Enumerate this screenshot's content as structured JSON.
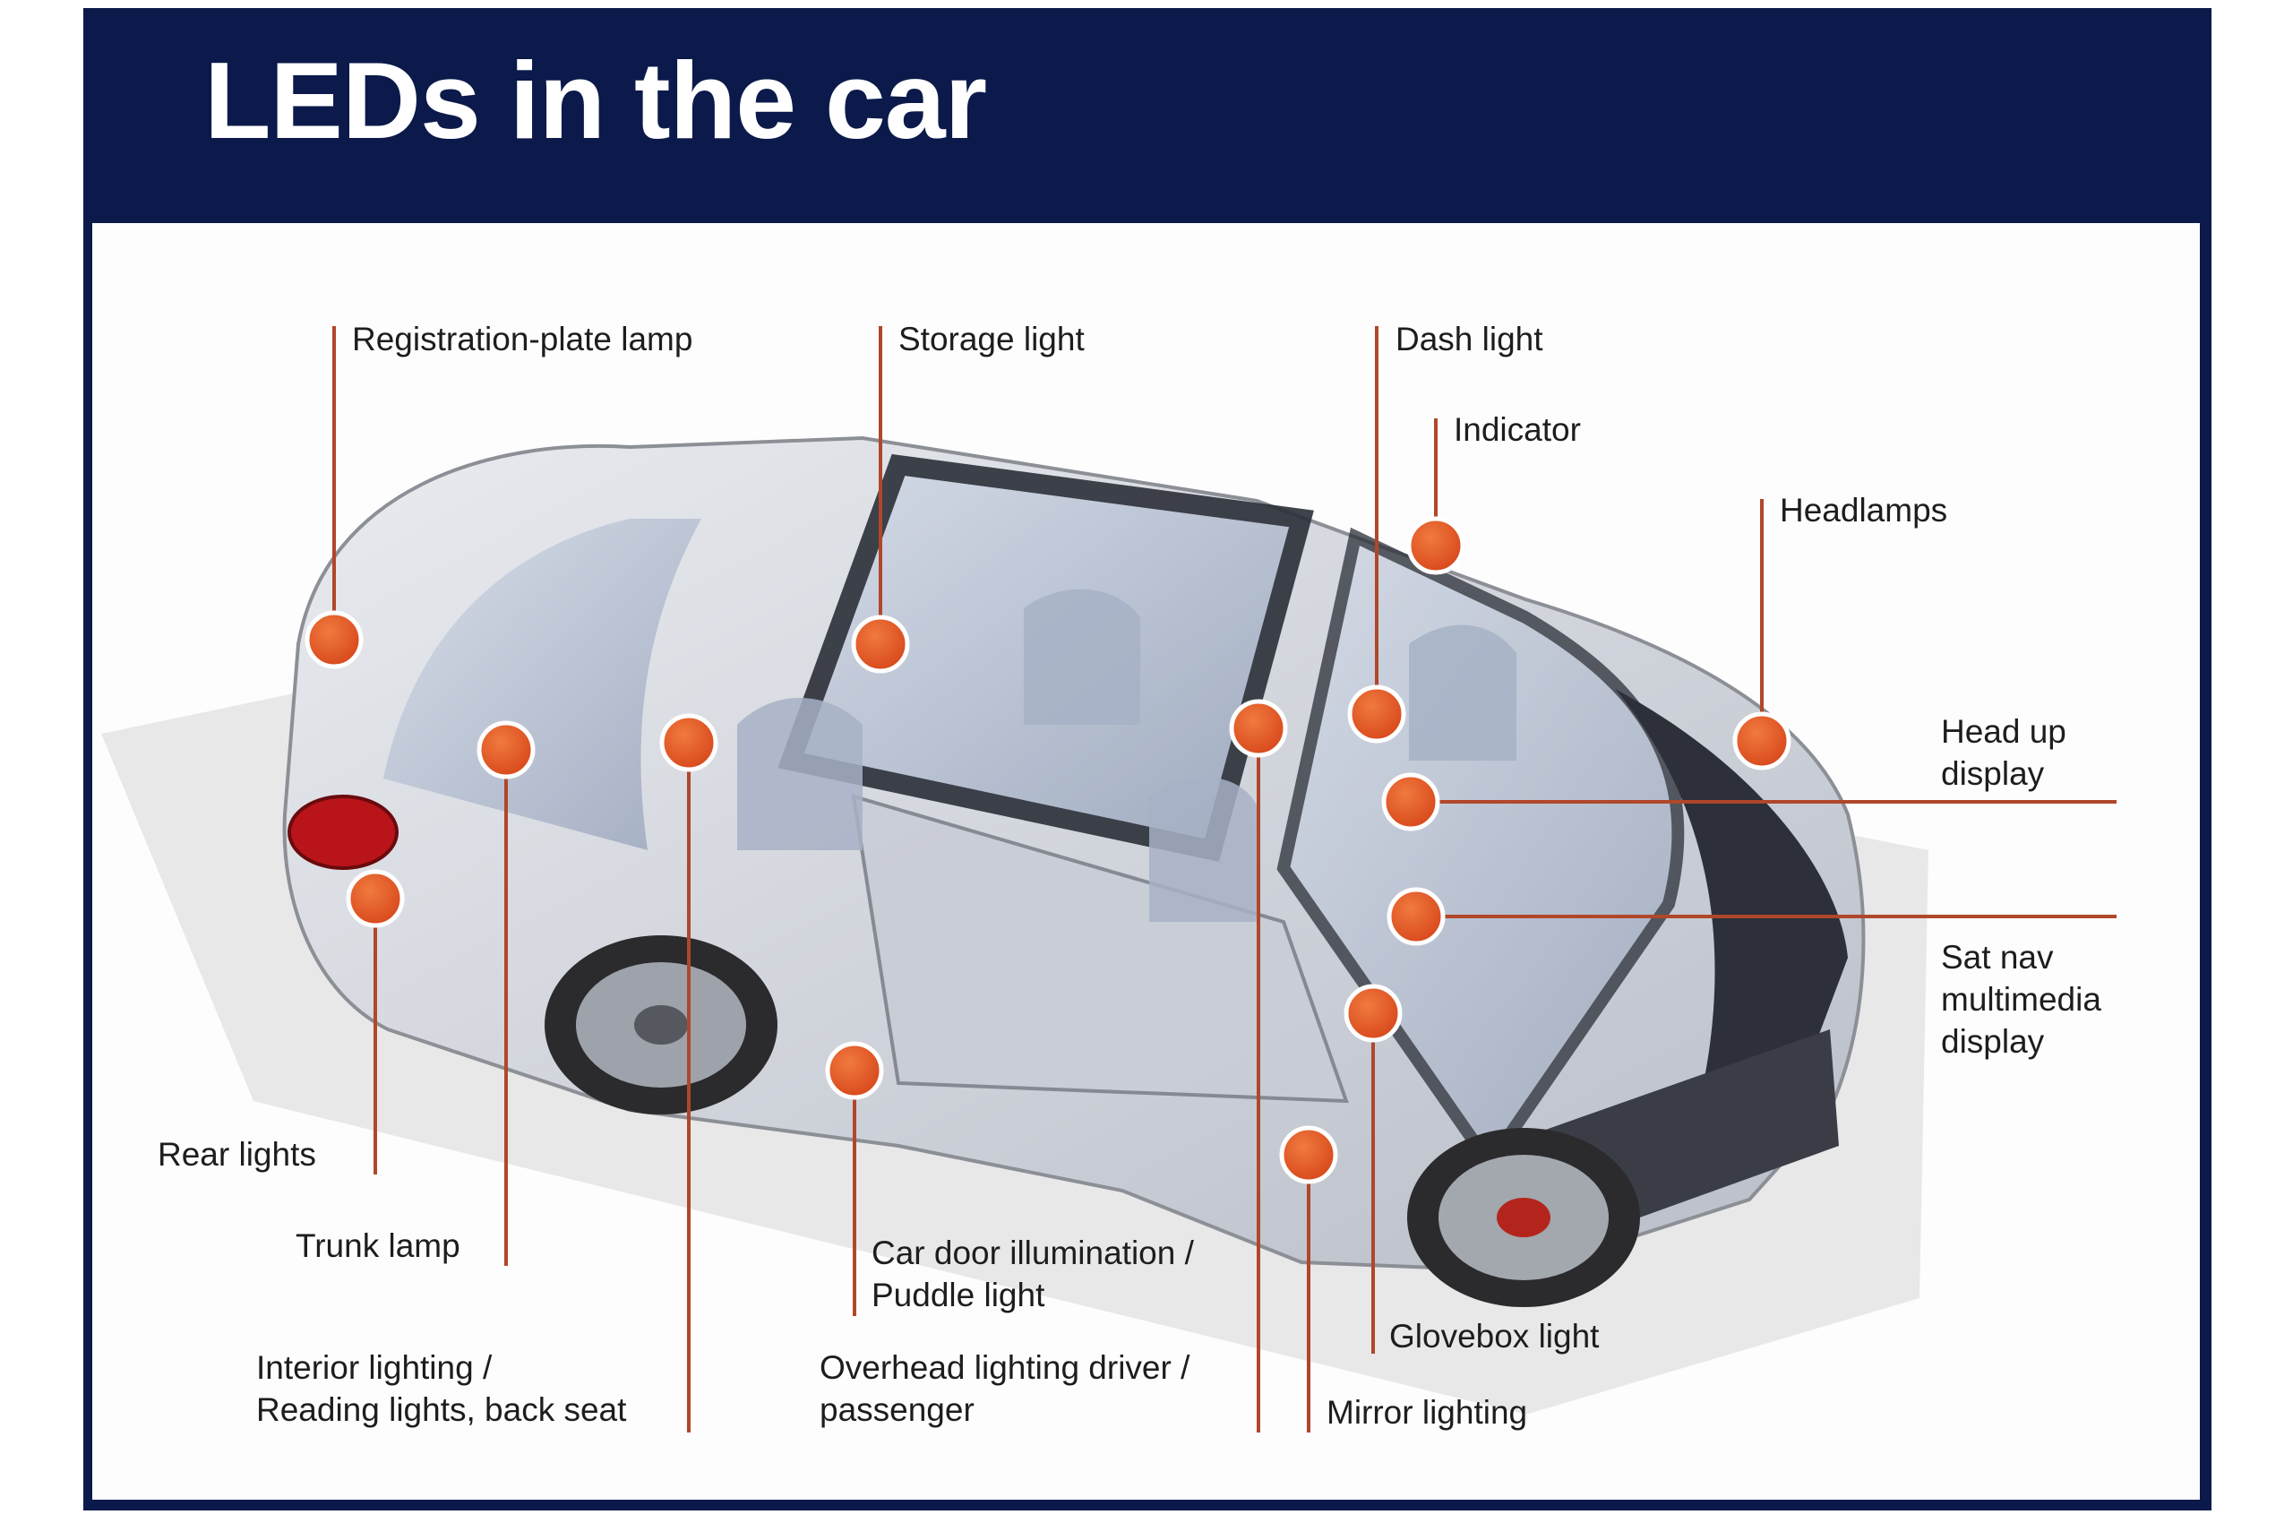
{
  "title": "LEDs in the car",
  "colors": {
    "header_bg": "#0b1a4a",
    "header_text": "#ffffff",
    "callout": "#e2541d",
    "leader_line": "#b0472a",
    "label_text": "#1d1d1d"
  },
  "callouts": {
    "registration_plate_lamp": "Registration-plate lamp",
    "storage_light": "Storage light",
    "dash_light": "Dash light",
    "indicator": "Indicator",
    "headlamps": "Headlamps",
    "head_up_display": [
      "Head up",
      "display"
    ],
    "sat_nav_display": [
      "Sat nav",
      "multimedia",
      "display"
    ],
    "rear_lights": "Rear lights",
    "trunk_lamp": "Trunk lamp",
    "interior_lighting": [
      "Interior lighting /",
      "Reading lights, back seat"
    ],
    "car_door_illumination": [
      "Car door illumination /",
      "Puddle light"
    ],
    "overhead_lighting": [
      "Overhead lighting driver /",
      "passenger"
    ],
    "glovebox_light": "Glovebox light",
    "mirror_lighting": "Mirror lighting"
  }
}
